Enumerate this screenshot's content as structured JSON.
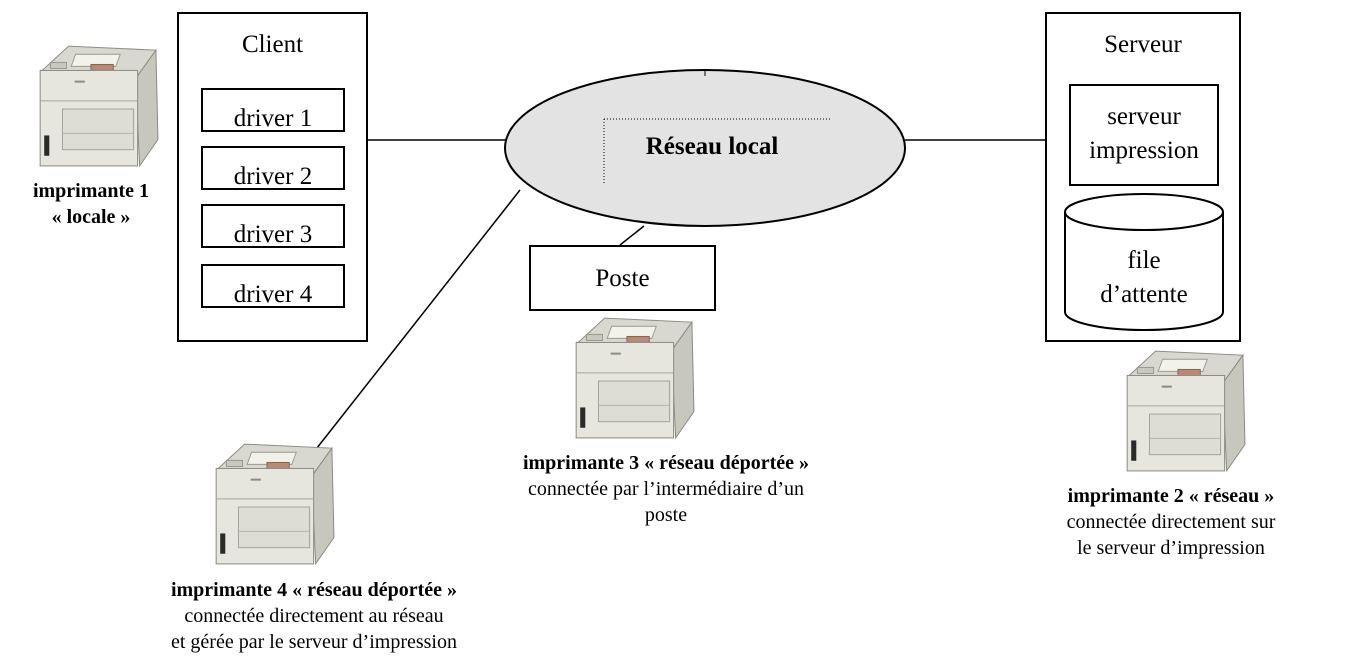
{
  "client": {
    "title": "Client",
    "drivers": [
      "driver 1",
      "driver 2",
      "driver 3",
      "driver 4"
    ]
  },
  "server": {
    "title": "Serveur",
    "print_server": [
      "serveur",
      "impression"
    ],
    "queue": [
      "file",
      "d’attente"
    ]
  },
  "network": {
    "label": "Réseau local"
  },
  "poste": {
    "title": "Poste"
  },
  "printer1": {
    "line1": "imprimante 1",
    "line2": "« locale »"
  },
  "printer2": {
    "heading": "imprimante 2 « réseau »",
    "desc": [
      "connectée directement sur",
      "le serveur d’impression"
    ]
  },
  "printer3": {
    "heading": "imprimante 3 « réseau déportée »",
    "desc": [
      "connectée par l’intermédiaire d’un",
      "poste"
    ]
  },
  "printer4": {
    "heading": "imprimante 4 « réseau déportée »",
    "desc": [
      "connectée directement au réseau",
      "et gérée par le serveur d’impression"
    ]
  },
  "colors": {
    "ellipse_fill": "#e3e3e3",
    "printer_body": "#e4e3dc",
    "printer_dark": "#b8b7ae"
  }
}
